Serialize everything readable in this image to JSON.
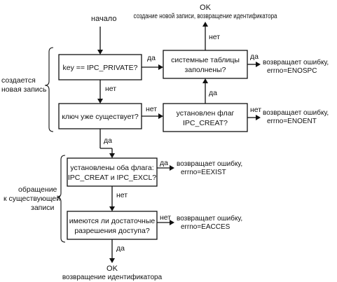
{
  "start": "начало",
  "ok_top": "OK",
  "ok_top_desc": "создание новой записи, возвращение идентификатора",
  "ok_bottom": "OK",
  "ok_bottom_desc": "возвращение идентификатора",
  "labels": {
    "yes": "да",
    "no": "нет"
  },
  "groups": {
    "create_line1": "создается",
    "create_line2": "новая запись",
    "access_line1": "обращение",
    "access_line2": "к существующей",
    "access_line3": "записи"
  },
  "boxes": {
    "key_private": "key == IPC_PRIVATE?",
    "key_exists": "ключ уже существует?",
    "tables_full_line1": "системные таблицы",
    "tables_full_line2": "заполнены?",
    "creat_flag_line1": "установлен флаг",
    "creat_flag_line2": "IPC_CREAT?",
    "both_flags_line1": "установлены оба флага:",
    "both_flags_line2": "IPC_CREAT и IPC_EXCL?",
    "perm_line1": "имеются ли достаточные",
    "perm_line2": "разрешения доступа?"
  },
  "errors": {
    "enospc_line1": "возвращает ошибку,",
    "enospc_line2": "errno=ENOSPC",
    "enoent_line1": "возвращает ошибку,",
    "enoent_line2": "errno=ENOENT",
    "eexist_line1": "возвращает ошибку,",
    "eexist_line2": "errno=EEXIST",
    "eacces_line1": "возвращает ошибку,",
    "eacces_line2": "errno=EACCES"
  }
}
